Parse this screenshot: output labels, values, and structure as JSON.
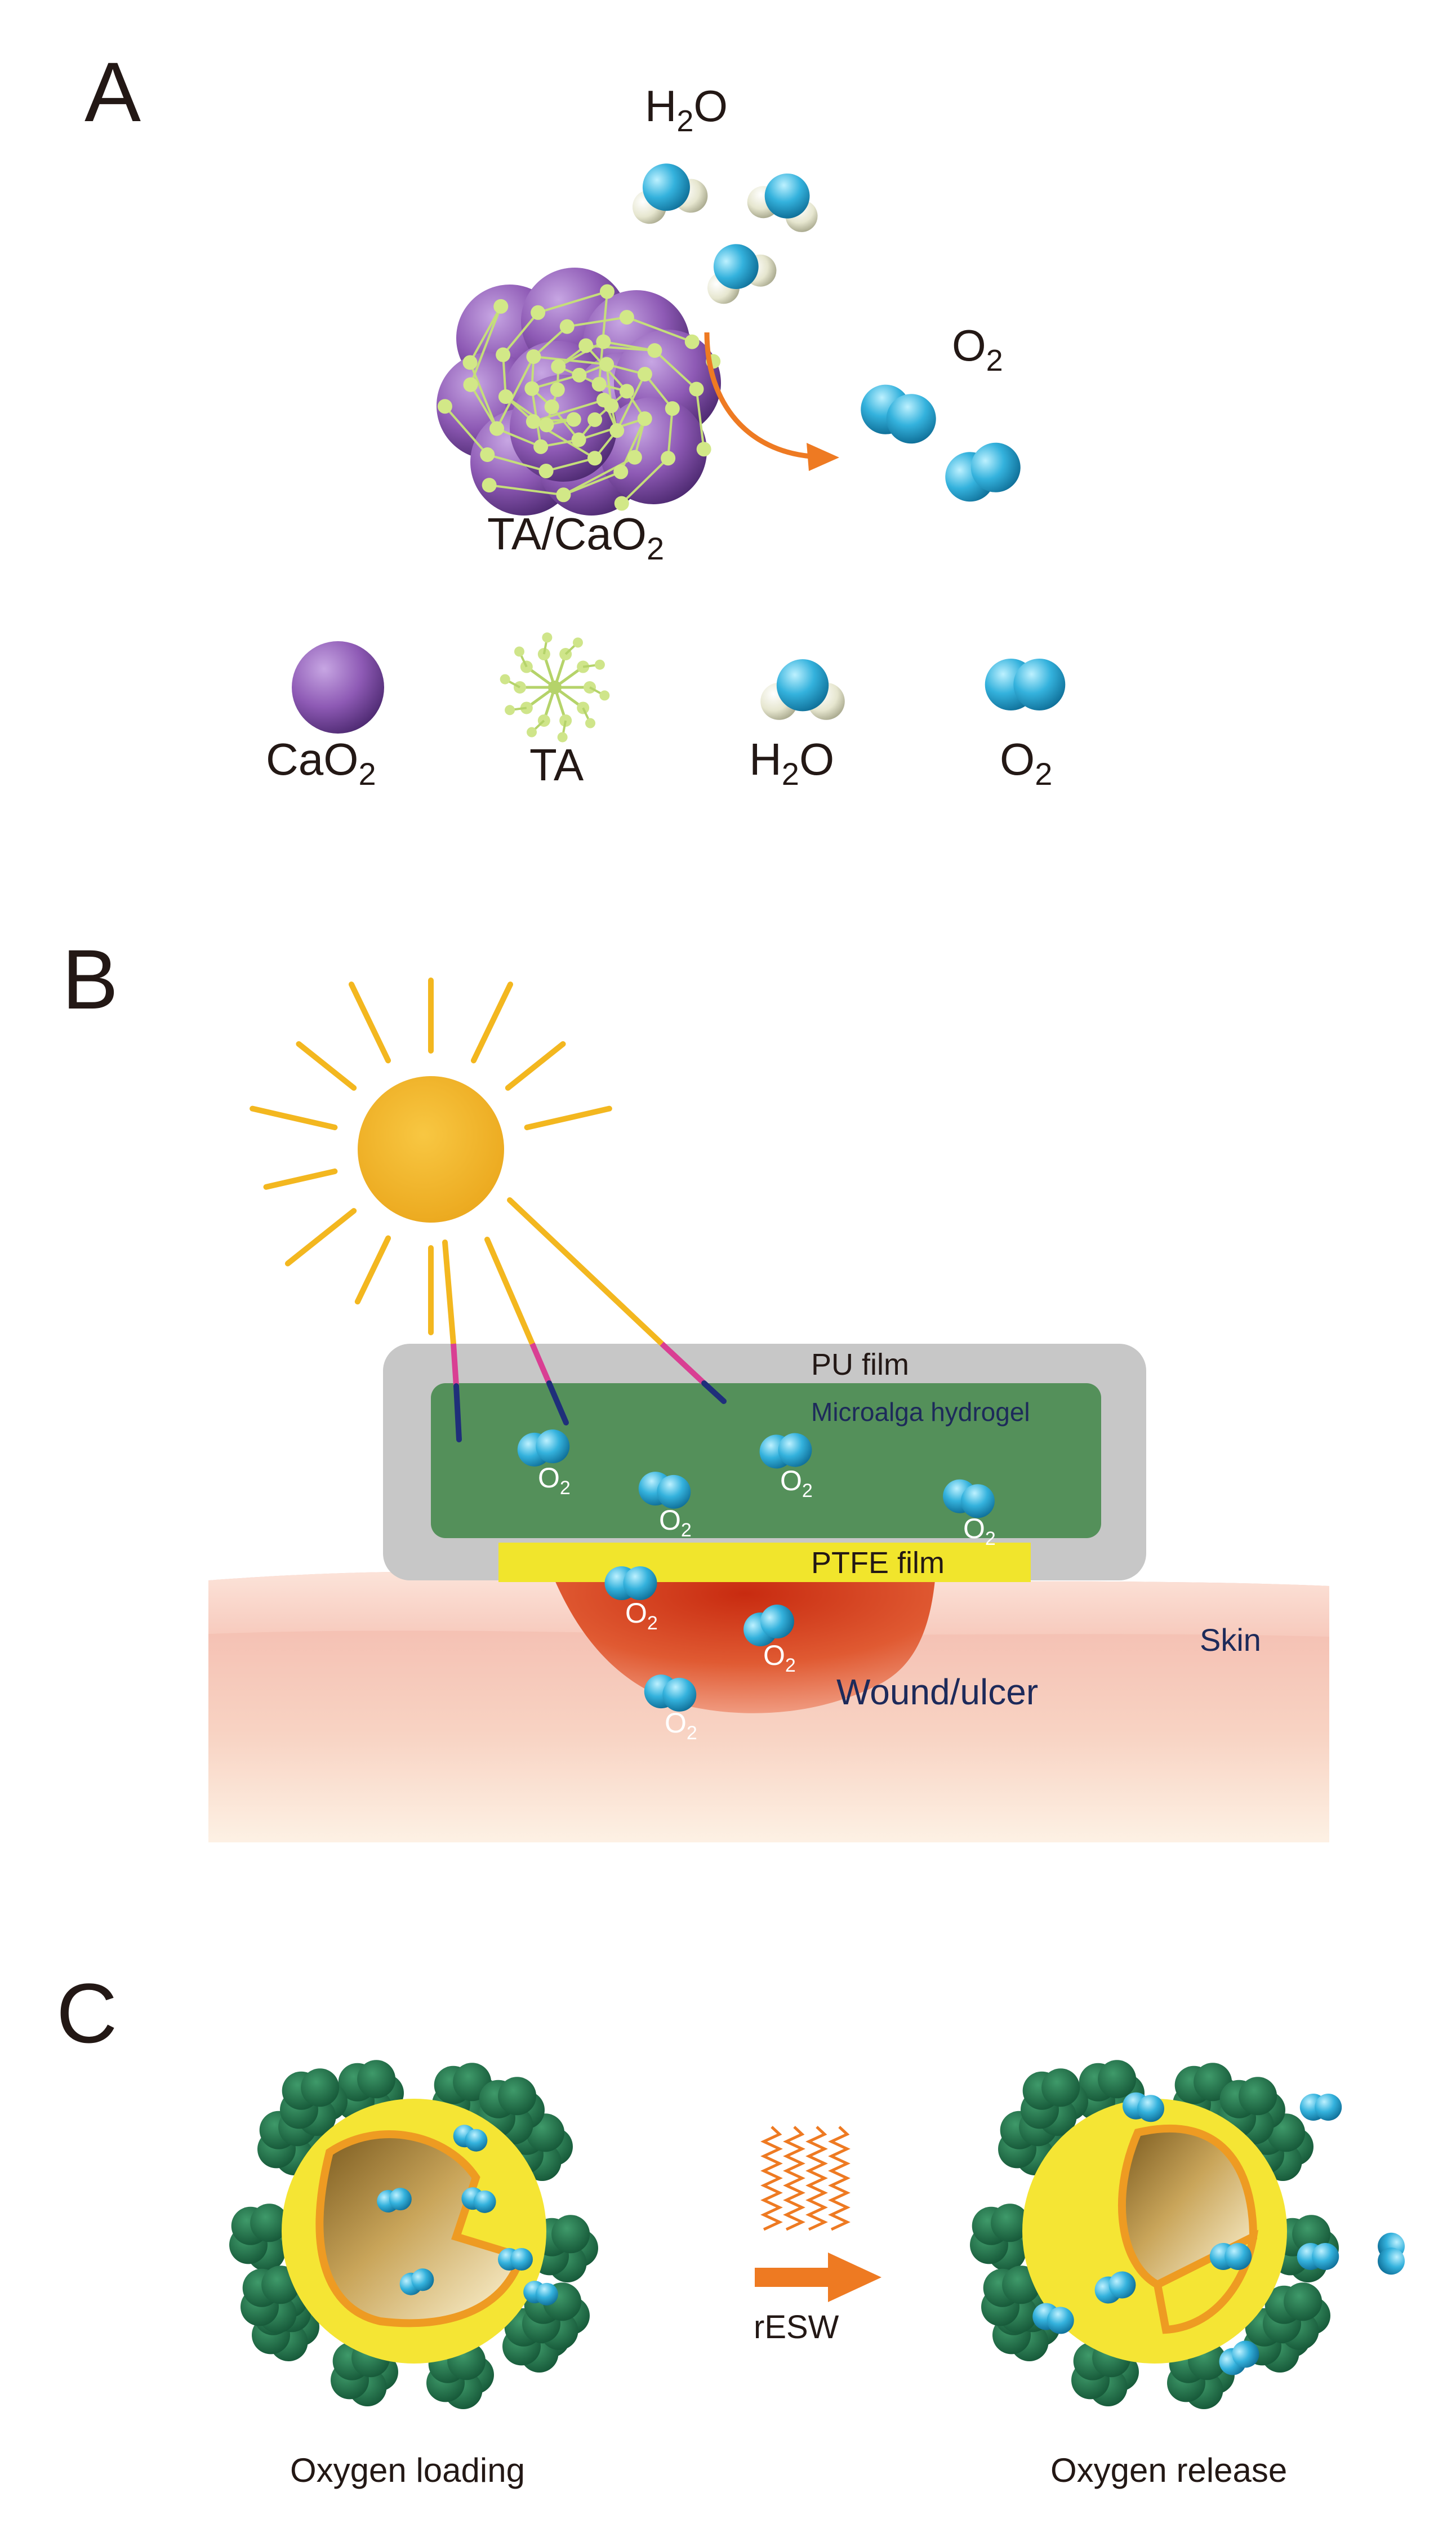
{
  "panel_a": {
    "letter": "A",
    "water_label": {
      "main": "H",
      "sub": "2",
      "tail": "O"
    },
    "oxygen_label": {
      "main": "O",
      "sub": "2"
    },
    "particle_label": {
      "main": "TA/CaO",
      "sub": "2"
    },
    "legend": [
      {
        "icon": "cao2-sphere-icon",
        "main": "CaO",
        "sub": "2",
        "tail": ""
      },
      {
        "icon": "tannic-acid-icon",
        "main": "TA",
        "sub": "",
        "tail": ""
      },
      {
        "icon": "water-molecule-icon",
        "main": "H",
        "sub": "2",
        "tail": "O"
      },
      {
        "icon": "oxygen-molecule-icon",
        "main": "O",
        "sub": "2",
        "tail": ""
      }
    ]
  },
  "panel_b": {
    "letter": "B",
    "pu_film": "PU film",
    "hydrogel": "Microalga hydrogel",
    "ptfe_film": "PTFE film",
    "skin": "Skin",
    "wound": "Wound/ulcer",
    "o2_main": "O",
    "o2_sub": "2"
  },
  "panel_c": {
    "letter": "C",
    "stimulus": "rESW",
    "left_caption": "Oxygen loading",
    "right_caption": "Oxygen release"
  },
  "colors": {
    "cao2_purple": "#8e5ab5",
    "ta_green": "#c5de7a",
    "water_blue": "#2aa7cf",
    "oxygen_blue": "#34b2dd",
    "arrow_orange": "#ee7a22",
    "sun_yellow": "#f3b71f",
    "hydrogel_green": "#54905a",
    "ptfe_yellow": "#f1e52c",
    "pu_grey": "#c7c7c7",
    "skin_pink": "#f4bfb5",
    "wound_red": "#d63a1c",
    "shell_yellow": "#f5e534",
    "algae_green": "#1f6b45"
  }
}
